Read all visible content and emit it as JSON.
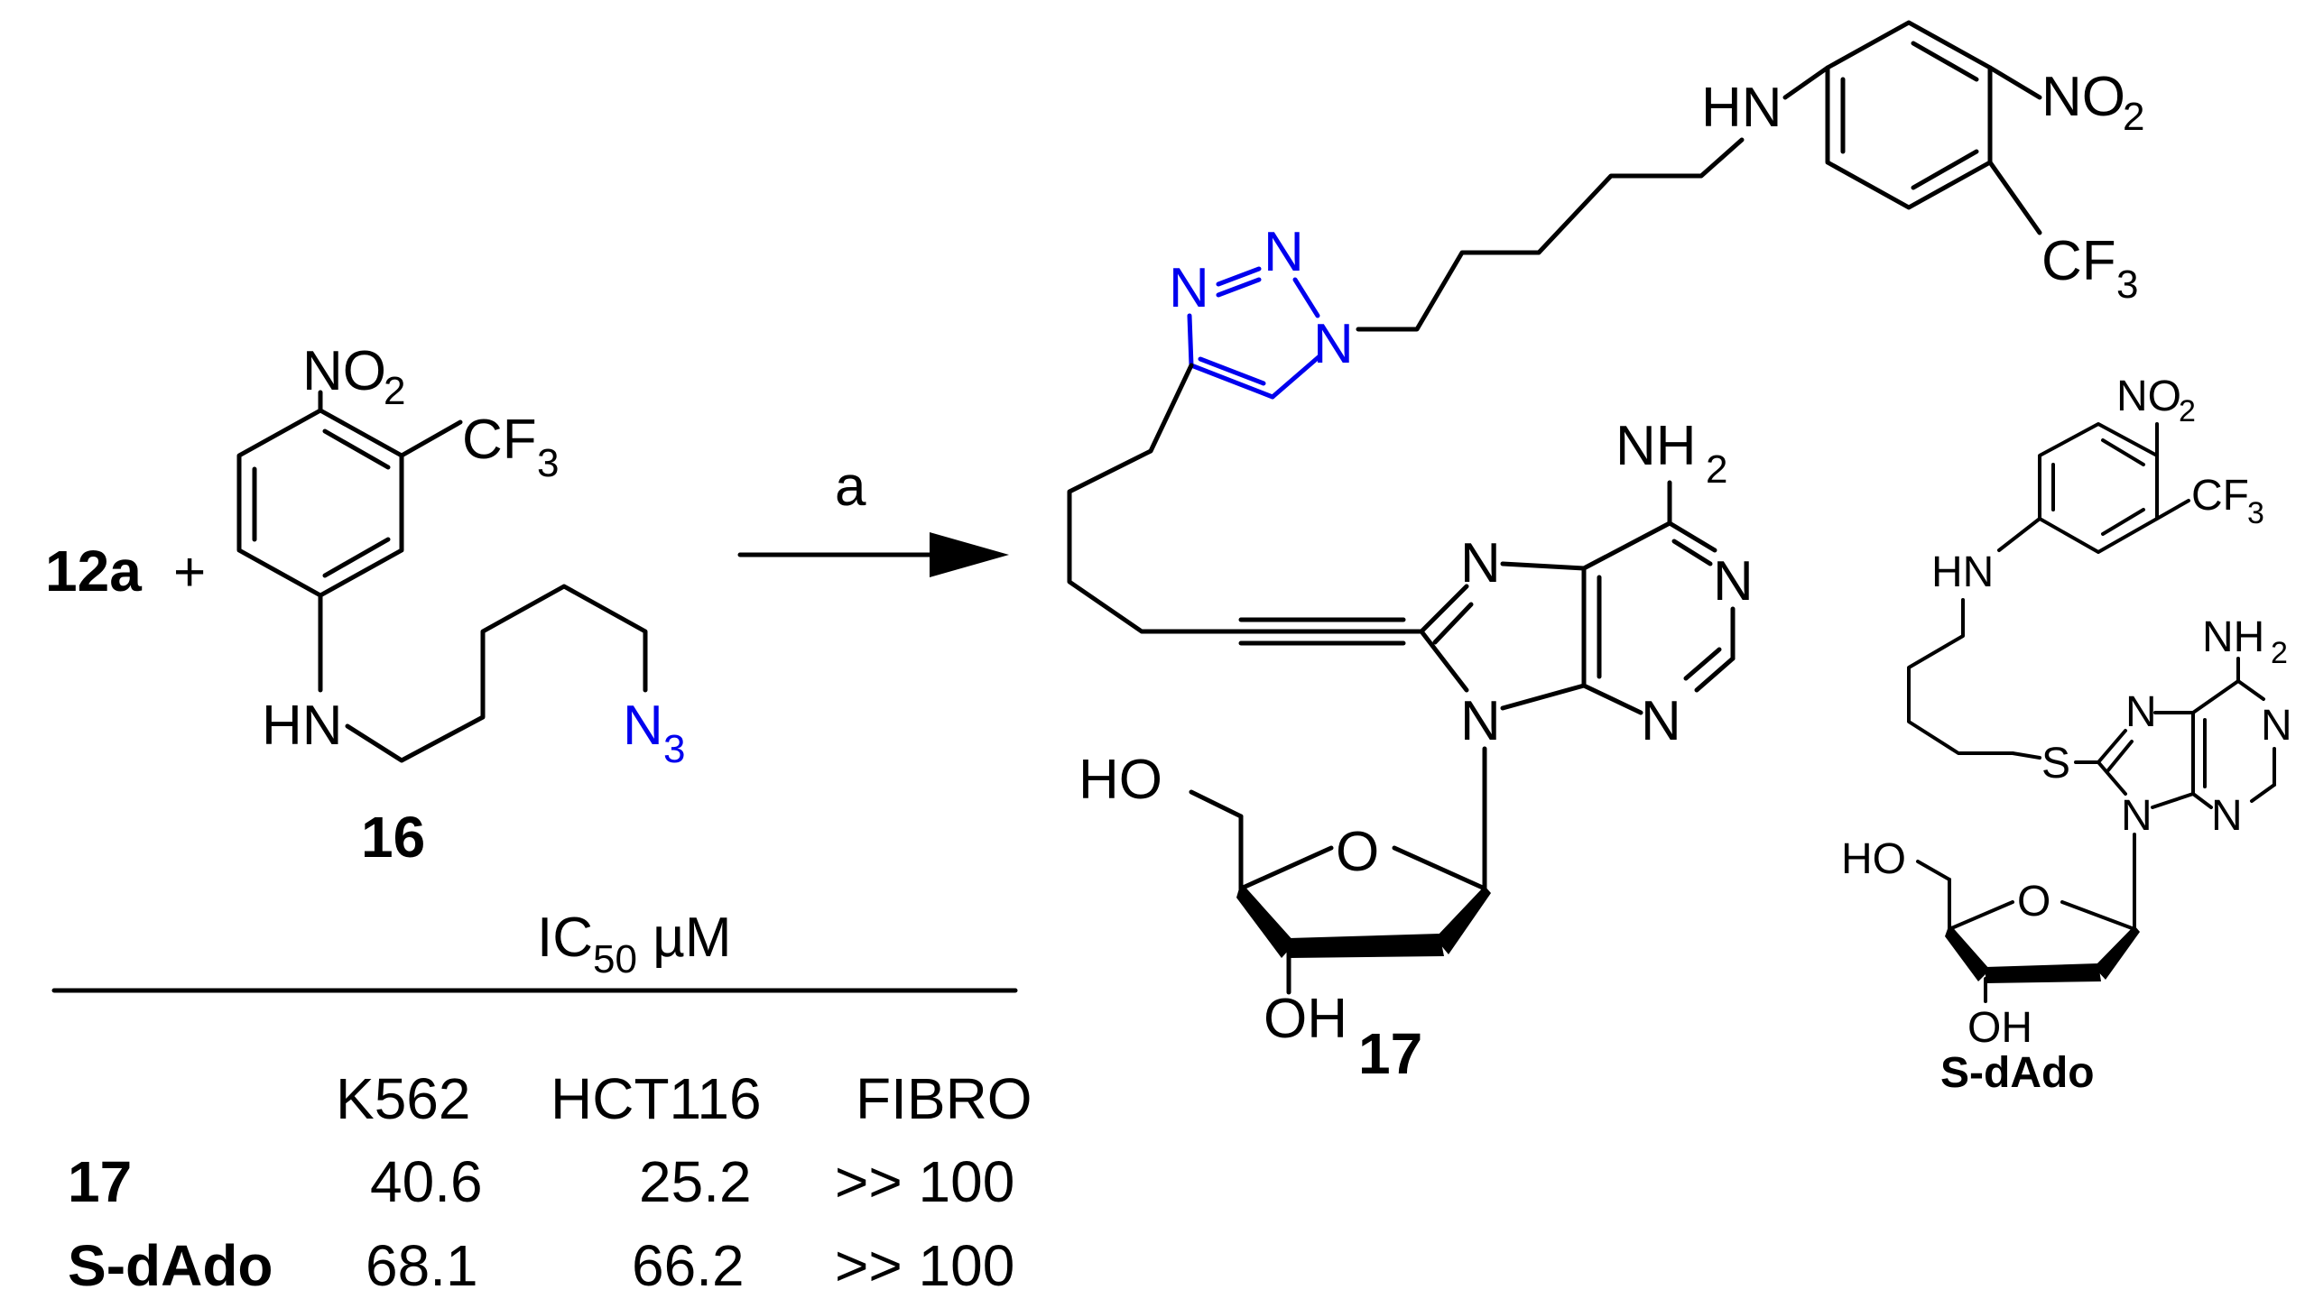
{
  "reactants": {
    "reagent": "12a",
    "plus": "+",
    "azide": {
      "id": "16",
      "nitro": "NO",
      "nitro_sub": "2",
      "cf3": "CF",
      "cf3_sub": "3",
      "hn": "HN",
      "n3": "N",
      "n3_sub": "3"
    }
  },
  "arrow": {
    "condition": "a"
  },
  "product": {
    "id": "17",
    "hn": "HN",
    "nitro": "NO",
    "nitro_sub": "2",
    "cf3": "CF",
    "cf3_sub": "3",
    "triazole_n2": "N",
    "triazole_n1": "N",
    "triazole_n3": "N",
    "nh2": "NH",
    "nh2_sub": "2",
    "purine_n7": "N",
    "purine_n1": "N",
    "purine_n3": "N",
    "purine_n9": "N",
    "ho": "HO",
    "ring_o": "O",
    "oh": "OH"
  },
  "reference": {
    "id": "S-dAdo",
    "nitro": "NO",
    "nitro_sub": "2",
    "cf3": "CF",
    "cf3_sub": "3",
    "hn": "HN",
    "s": "S",
    "nh2": "NH",
    "nh2_sub": "2",
    "purine_n7": "N",
    "purine_n1": "N",
    "purine_n3": "N",
    "purine_n9": "N",
    "ho": "HO",
    "ring_o": "O",
    "oh": "OH"
  },
  "table": {
    "title": "IC",
    "title_sub": "50",
    "title_unit": " µM",
    "headers": [
      "K562",
      "HCT116",
      "FIBRO"
    ],
    "rows": [
      {
        "compound": "17",
        "values": [
          "40.6",
          "25.2",
          ">> 100"
        ]
      },
      {
        "compound": "S-dAdo",
        "values": [
          "68.1",
          "66.2",
          ">> 100"
        ]
      }
    ]
  },
  "colors": {
    "highlight": "#0000ee",
    "ink": "#000000",
    "background": "#ffffff"
  }
}
